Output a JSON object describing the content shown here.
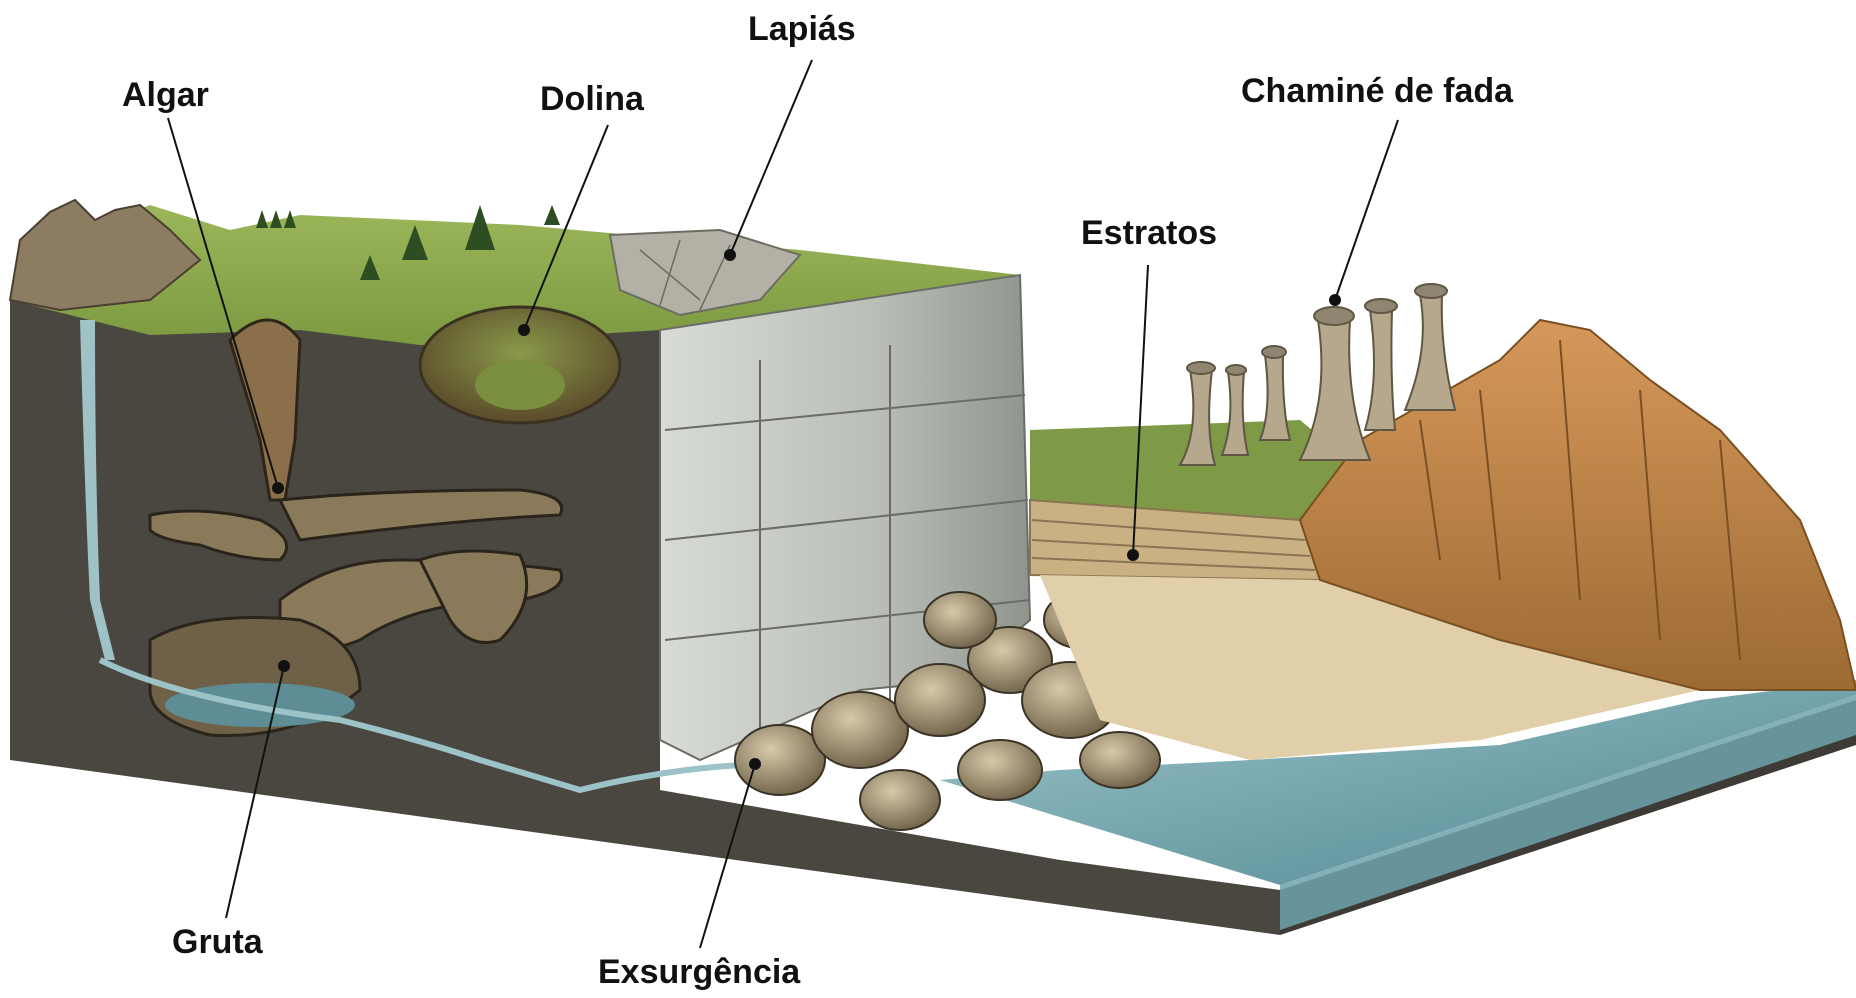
{
  "labels": {
    "lapias": "Lapiás",
    "algar": "Algar",
    "dolina": "Dolina",
    "chamine": "Chaminé de fada",
    "estratos": "Estratos",
    "gruta": "Gruta",
    "exsurgencia": "Exsurgência"
  },
  "colors": {
    "soil_section": "#4a4741",
    "grass_top": "#7f9c3f",
    "cliff_rock": "#bfc3bd",
    "water": "#6fa3ad",
    "sandstone": "#c98b4a",
    "sand": "#e0cfa8",
    "leader_line": "#111111"
  }
}
